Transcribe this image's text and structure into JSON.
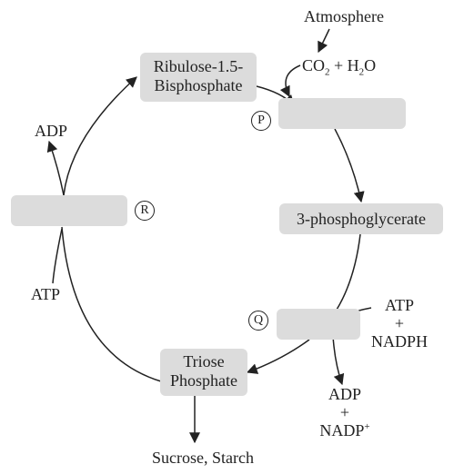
{
  "boxes": {
    "rubp": {
      "line1": "Ribulose-1.5-",
      "line2": "Bisphosphate"
    },
    "pga": {
      "label": "3-phosphoglycerate"
    },
    "triose": {
      "line1": "Triose",
      "line2": "Phosphate"
    }
  },
  "markers": {
    "p": "P",
    "q": "Q",
    "r": "R"
  },
  "labels": {
    "atmosphere": "Atmosphere",
    "co2": {
      "a": "CO",
      "a_sub": "2",
      "b": " + H",
      "b_sub": "2",
      "c": "O"
    },
    "adp_left": "ADP",
    "atp_left": "ATP",
    "atp_right": {
      "l1": "ATP",
      "l2": "+",
      "l3": "NADPH"
    },
    "adp_right": {
      "l1": "ADP",
      "l2": "+",
      "l3": "NADP",
      "l3_sup": "+"
    },
    "products": "Sucrose, Starch"
  },
  "colors": {
    "box": "#dcdcdc",
    "stroke": "#222222"
  }
}
